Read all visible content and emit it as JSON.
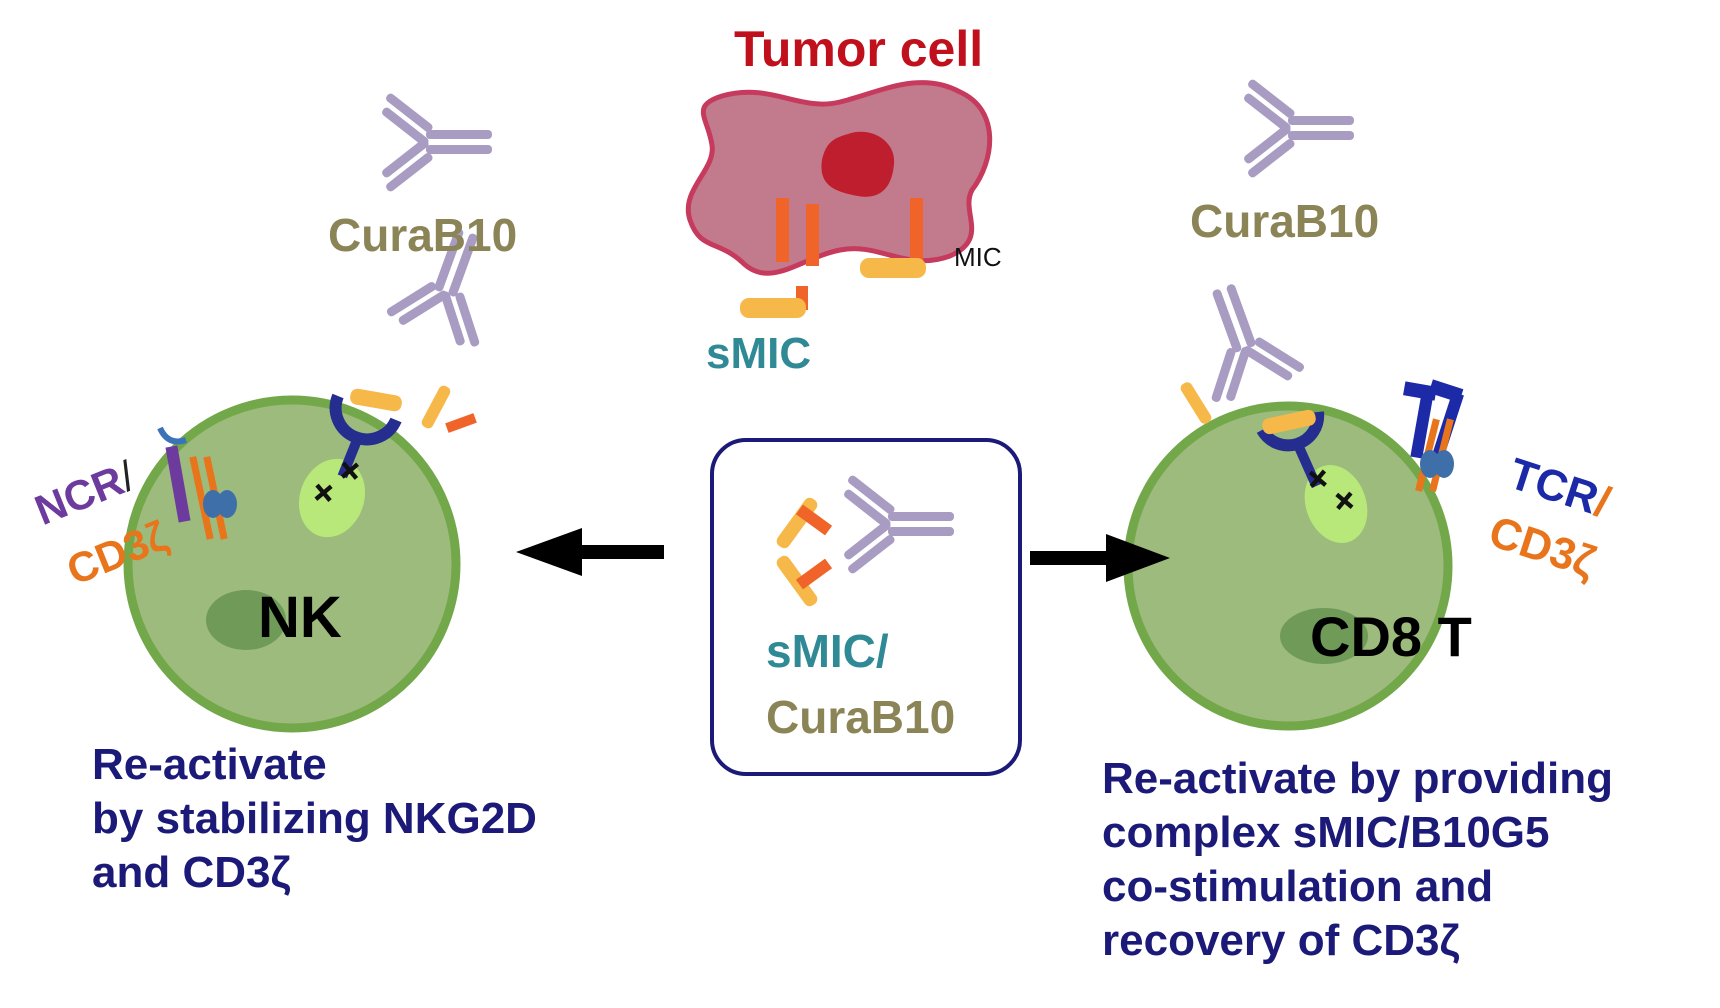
{
  "labels": {
    "tumor_cell": "Tumor cell",
    "curab10_left": "CuraB10",
    "curab10_right": "CuraB10",
    "mic": "MIC",
    "smic": "sMIC",
    "ncr": "NCR",
    "ncr_slash": "/",
    "cd3z_left": "CD3ζ",
    "nk": "NK",
    "cd8t": "CD8 T",
    "tcr": "TCR",
    "tcr_slash": "/",
    "cd3z_right": "CD3ζ",
    "box_smic": "sMIC/",
    "box_curab10": "CuraB10",
    "plus_signs": "+ +"
  },
  "descriptions": {
    "left": [
      "Re-activate",
      "by stabilizing NKG2D",
      "and CD3ζ"
    ],
    "right": [
      "Re-activate by providing",
      "complex sMIC/B10G5",
      "co-stimulation and",
      "recovery of CD3ζ"
    ]
  },
  "colors": {
    "tumor_label": "#c0101c",
    "tumor_body": "#c27b8c",
    "tumor_nucleus": "#bf1e2e",
    "antibody": "#a89cc2",
    "smic_ligand": "#f7b84a",
    "mic_stalk": "#f0642a",
    "cell_fill": "#9dbb7c",
    "cell_border": "#73a84a",
    "cell_nucleus": "#6f9a58",
    "nkg2d_receptor": "#252d8f",
    "lipid_raft": "#b8e87a",
    "cd3z": "#e8741c",
    "cd3z_dimer": "#3f6fa8",
    "ncr": "#6d3a9e",
    "tcr": "#1c2aa8",
    "arrow": "#000000",
    "box_border": "#1c1a78",
    "description_text": "#1c1a78"
  }
}
